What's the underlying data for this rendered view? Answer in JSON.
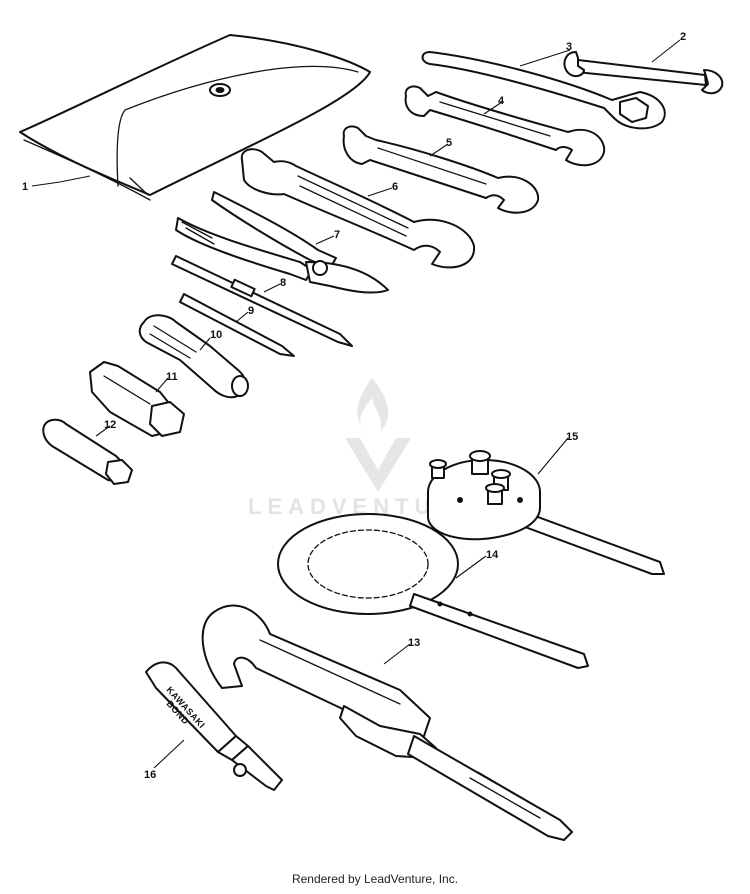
{
  "callouts": [
    {
      "id": "1",
      "label": "1"
    },
    {
      "id": "2",
      "label": "2"
    },
    {
      "id": "3",
      "label": "3"
    },
    {
      "id": "4",
      "label": "4"
    },
    {
      "id": "5",
      "label": "5"
    },
    {
      "id": "6",
      "label": "6"
    },
    {
      "id": "7",
      "label": "7"
    },
    {
      "id": "8",
      "label": "8"
    },
    {
      "id": "9",
      "label": "9"
    },
    {
      "id": "10",
      "label": "10"
    },
    {
      "id": "11",
      "label": "11"
    },
    {
      "id": "12",
      "label": "12"
    },
    {
      "id": "13",
      "label": "13"
    },
    {
      "id": "14",
      "label": "14"
    },
    {
      "id": "15",
      "label": "15"
    },
    {
      "id": "16",
      "label": "16"
    }
  ],
  "tube_label": {
    "line1": "KAWASAKI",
    "line2": "BOND"
  },
  "watermark": {
    "brand": "LEADVENTURE",
    "icon": "flame-v-logo-icon"
  },
  "footer": {
    "text": "Rendered by LeadVenture, Inc."
  }
}
